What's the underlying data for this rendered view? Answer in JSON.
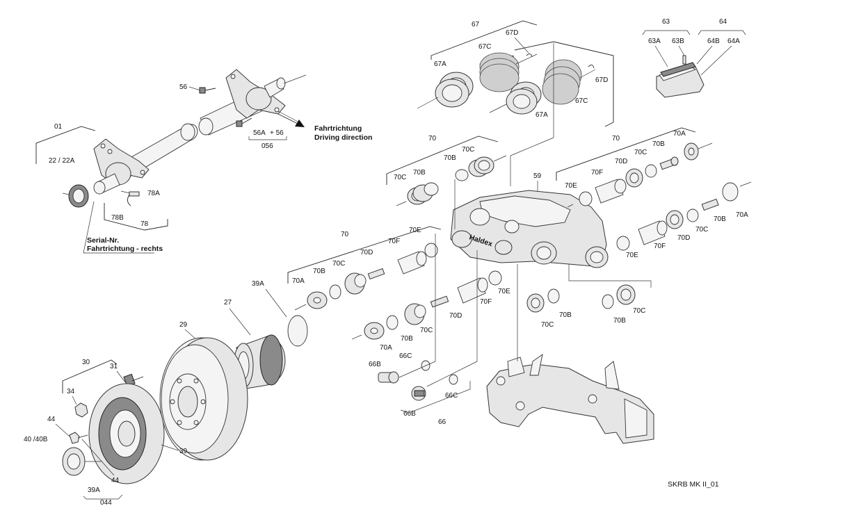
{
  "labels": {
    "l01": "01",
    "l22": "22 / 22A",
    "l78A": "78A",
    "l78B": "78B",
    "l78": "78",
    "serial1": "Serial-Nr.",
    "serial2": "Fahrtrichtung - rechts",
    "l56": "56",
    "l56A": "56A",
    "l56plus": "+ 56",
    "l056": "056",
    "dir_de": "Fahrtrichtung",
    "dir_en": "Driving direction",
    "l67": "67",
    "l67D1": "67D",
    "l67C1": "67C",
    "l67A1": "67A",
    "l67D2": "67D",
    "l67C2": "67C",
    "l67A2": "67A",
    "l63": "63",
    "l63A": "63A",
    "l63B": "63B",
    "l64": "64",
    "l64B": "64B",
    "l64A": "64A",
    "l70a": "70",
    "l70b": "70",
    "l70c": "70",
    "l70C_a": "70C",
    "l70B_a": "70B",
    "l70C_a2": "70C",
    "l70B_a2": "70B",
    "l70A_r": "70A",
    "l70B_r": "70B",
    "l70C_r": "70C",
    "l70D_r": "70D",
    "l70F_r": "70F",
    "l70E_r": "70E",
    "l70B_r2": "70B",
    "l70A_r2": "70A",
    "l70C_r2": "70C",
    "l70D_r2": "70D",
    "l70F_r2": "70F",
    "l70E_r2": "70E",
    "l70A_l": "70A",
    "l70B_l": "70B",
    "l70C_l": "70C",
    "l70D_l": "70D",
    "l70F_l": "70F",
    "l70E_l": "70E",
    "l70E_l2": "70E",
    "l70F_l2": "70F",
    "l70D_l2": "70D",
    "l70C_l2": "70C",
    "l70B_l2": "70B",
    "l70A_l2": "70A",
    "l70C_b": "70C",
    "l70B_b": "70B",
    "l70B_b2": "70B",
    "l70C_b2": "70C",
    "l59": "59",
    "l66B1": "66B",
    "l66C1": "66C",
    "l66C2": "66C",
    "l66B2": "66B",
    "l66": "66",
    "l39A": "39A",
    "l27": "27",
    "l29": "29",
    "l30": "30",
    "l31": "31",
    "l34": "34",
    "l44a": "44",
    "l40": "40 /40B",
    "l39": "39",
    "l44b": "44",
    "l39A2": "39A",
    "l044": "044",
    "brand": "Haldex",
    "code": "SKRB MK II_01"
  },
  "colors": {
    "line": "#222222",
    "part_fill": "#e6e6e6",
    "dark_fill": "#8a8a8a",
    "background": "#ffffff"
  },
  "icons": {
    "direction": "direction-arrow-icon"
  }
}
